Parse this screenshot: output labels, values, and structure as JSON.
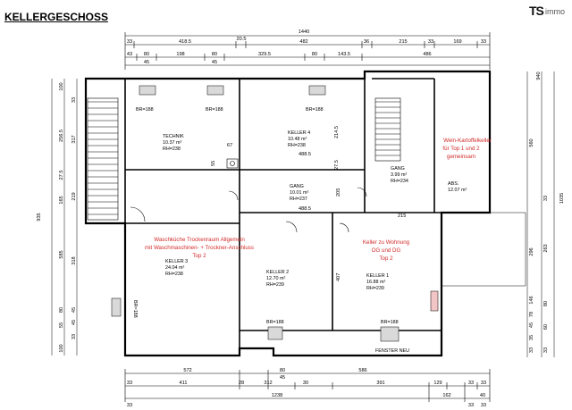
{
  "title": "KELLERGESCHOSS",
  "logo": {
    "ts": "TS",
    "immo": "immo"
  },
  "colors": {
    "annotation": "#d22a2a",
    "wall": "#000000"
  },
  "dims": {
    "top_total": "1440",
    "top_row2": [
      "33",
      "418.5",
      "20.5",
      "482",
      "36",
      "215",
      "33",
      "169",
      "33"
    ],
    "top_row3": [
      "43",
      "80",
      "198",
      "80",
      "329.5",
      "80",
      "143.5",
      "486"
    ],
    "top_row3b": [
      "45",
      "45"
    ],
    "bottom_row1": [
      "572",
      "80",
      "586"
    ],
    "bottom_row1b": [
      "45"
    ],
    "bottom_row2": [
      "33",
      "411",
      "28",
      "312",
      "30",
      "391",
      "129",
      "33",
      "33"
    ],
    "bottom_row3": [
      "1238",
      "162",
      "40"
    ],
    "bottom_small": [
      "33",
      "33",
      "33"
    ],
    "left_outer": "935",
    "left_col": [
      "100",
      "256.5",
      "27.5",
      "165",
      "585",
      "80",
      "55",
      "100"
    ],
    "left_inner": [
      "33",
      "317",
      "219",
      "318",
      "45",
      "45",
      "33"
    ],
    "right_col": [
      "940",
      "560",
      "1035"
    ],
    "right_inner": [
      "33",
      "263",
      "296",
      "146",
      "78",
      "45",
      "80",
      "60",
      "35",
      "33",
      "33"
    ],
    "interior": [
      "67",
      "55",
      "488.5",
      "214.5",
      "27.5",
      "205",
      "488.5",
      "215",
      "407",
      "45"
    ]
  },
  "rooms": [
    {
      "key": "technik",
      "name": "TECHNIK",
      "area": "10.37 m²",
      "rh": "RH=238"
    },
    {
      "key": "keller4",
      "name": "KELLER 4",
      "area": "10.48 m²",
      "rh": "RH=238"
    },
    {
      "key": "gang1",
      "name": "GANG",
      "area": "10.01 m²",
      "rh": "RH=237"
    },
    {
      "key": "gang2",
      "name": "GANG",
      "area": "3.99 m²",
      "rh": "RH=234"
    },
    {
      "key": "abs",
      "name": "ABS.",
      "area": "12.07 m²",
      "rh": ""
    },
    {
      "key": "keller3",
      "name": "KELLER 3",
      "area": "24.04 m²",
      "rh": "RH=238"
    },
    {
      "key": "keller2",
      "name": "KELLER 2",
      "area": "12.70 m²",
      "rh": "RH=239"
    },
    {
      "key": "keller1",
      "name": "KELLER 1",
      "area": "16.88 m²",
      "rh": "RH=239"
    }
  ],
  "br_labels": [
    "BR=188",
    "BR=188",
    "BR=188",
    "BR=188",
    "BR=188",
    "BR=188"
  ],
  "fenster": "FENSTER NEU",
  "annotations": {
    "wein": [
      "Wein-Kartoffelkeller",
      "für Top 1 und 2",
      "gemeinsam"
    ],
    "wasch": [
      "Waschküche Trockenraum Allgemein",
      "mit Waschmaschinen- + Trockner-Anschluss",
      "Top 2"
    ],
    "keller_wohnung": [
      "Keller zu Wohnung",
      "OG und DG",
      "Top 2"
    ]
  }
}
